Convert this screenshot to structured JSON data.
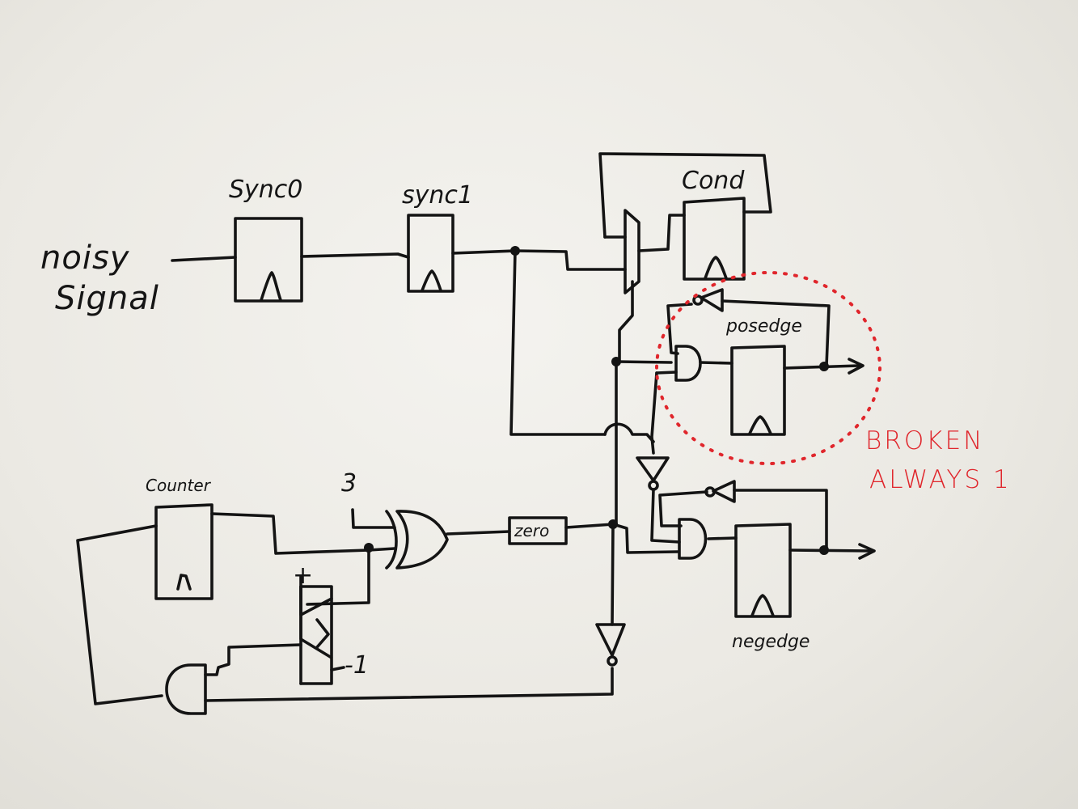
{
  "labels": {
    "noisy": "noisy",
    "signal": "Signal",
    "sync0": "Sync0",
    "sync1": "sync1",
    "cond": "Cond",
    "posedge": "posedge",
    "counter": "Counter",
    "const3": "3",
    "zero": "zero",
    "plus": "+",
    "minus1": "-1",
    "negedge": "negedge"
  },
  "note": {
    "line1": "BROKEN",
    "line2": "ALWAYS 1",
    "color": "#e0262c"
  },
  "ink_color": "#141414"
}
